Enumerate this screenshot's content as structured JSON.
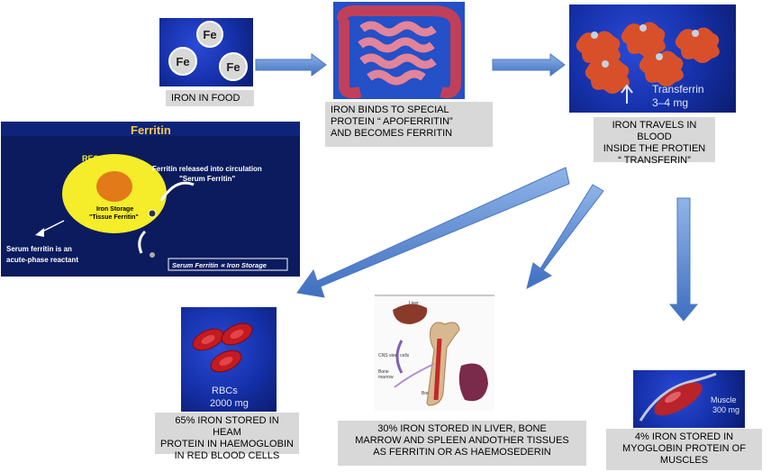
{
  "images": {
    "food_fe_labels": [
      "Fe",
      "Fe",
      "Fe"
    ],
    "transferrin_label": "Transferrin",
    "transferrin_amount": "3–4 mg",
    "ferritin_title": "Ferritin",
    "res_cell": "RES cell",
    "iron_storage_line1": "Iron Storage",
    "iron_storage_line2": "\"Tissue Ferritin\"",
    "ferritin_released_line1": "Ferritin released into circulation",
    "ferritin_released_line2": "\"Serum Ferritin\"",
    "serum_reactant_line1": "Serum ferritin is an",
    "serum_reactant_line2": "acute-phase reactant",
    "serum_storage_box": "Serum Ferritin ∝ Iron Storage",
    "rbc_label": "RBCs",
    "rbc_amount": "2000 mg",
    "muscle_label": "Muscle",
    "muscle_amount": "300 mg",
    "liver_label": "Liver",
    "cns_label": "CNS stem cells",
    "bone_marrow_label1": "Bone",
    "bone_marrow_label2": "marrow",
    "bone_label": "Bone"
  },
  "captions": {
    "food": [
      "IRON IN FOOD"
    ],
    "apoferritin": [
      "IRON BINDS TO SPECIAL",
      "PROTEIN “ APOFERRITIN”",
      "AND BECOMES FERRITIN"
    ],
    "transferrin": [
      "IRON TRAVELS IN BLOOD",
      "INSIDE THE PROTIEN",
      "“ TRANSFERIN”"
    ],
    "haemoglobin": [
      "65% IRON STORED IN HEAM",
      "PROTEIN IN HAEMOGLOBIN",
      "IN RED BLOOD CELLS"
    ],
    "liver": [
      "30% IRON STORED IN LIVER, BONE",
      "MARROW AND SPLEEN ANDOTHER TISSUES",
      "AS FERRITIN OR AS HAEMOSEDERIN"
    ],
    "myoglobin": [
      "4% IRON STORED IN",
      "MYOGLOBIN PROTEIN OF",
      "MUSCLES"
    ]
  },
  "colors": {
    "arrow": "#6a9ad8",
    "caption_bg": "#d8d8d8",
    "slide_blue": "#1530a8",
    "ferritin_bg": "#0a1a5a"
  }
}
